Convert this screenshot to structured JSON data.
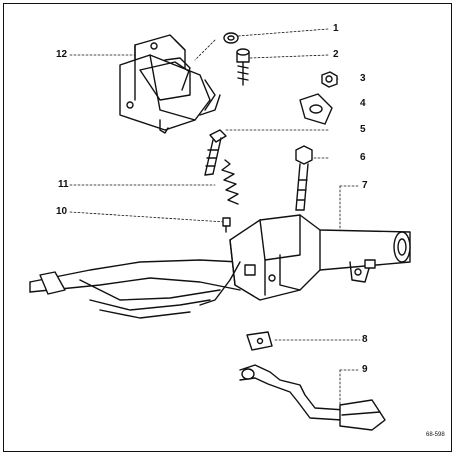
{
  "callouts": {
    "c1": "1",
    "c2": "2",
    "c3": "3",
    "c4": "4",
    "c5": "5",
    "c6": "6",
    "c7": "7",
    "c8": "8",
    "c9": "9",
    "c10": "10",
    "c11": "11",
    "c12": "12"
  },
  "figure_ref": "68-598",
  "colors": {
    "ink": "#111111",
    "paper": "#ffffff"
  }
}
